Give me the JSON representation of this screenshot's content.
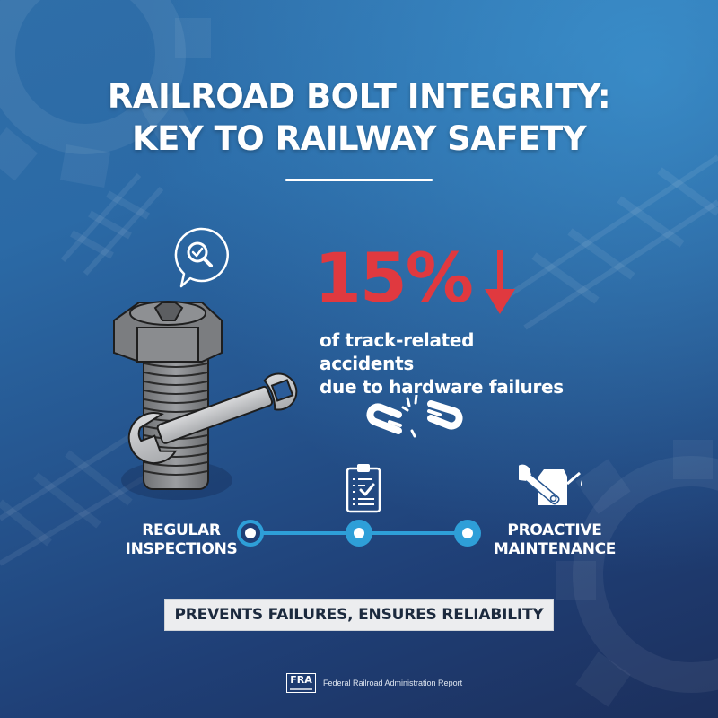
{
  "title": {
    "line1": "RAILROAD BOLT INTEGRITY:",
    "line2": "KEY TO RAILWAY SAFETY"
  },
  "stat": {
    "value": "15%",
    "trend_icon": "down-arrow-icon",
    "caption_line1": "of track-related accidents",
    "caption_line2": "due to hardware failures"
  },
  "icons": {
    "inspection": "magnifier-check-speech-bubble-icon",
    "bolt": "hex-bolt-with-wrench-illustration",
    "broken_chain": "broken-chain-icon",
    "checklist": "clipboard-checklist-icon",
    "maintenance": "wrench-oil-can-icon"
  },
  "timeline": {
    "steps": [
      {
        "label_line1": "REGULAR",
        "label_line2": "INSPECTIONS"
      },
      {
        "label_line1": "",
        "label_line2": ""
      },
      {
        "label_line1": "PROACTIVE",
        "label_line2": "MAINTENANCE"
      }
    ]
  },
  "banner": {
    "text": "PREVENTS FAILURES, ENSURES RELIABILITY"
  },
  "footer": {
    "logo_text": "FRA",
    "source_text": "Federal Railroad Administration Report"
  },
  "colors": {
    "accent_red": "#e0393f",
    "accent_blue": "#2e9fd8",
    "bg_top": "#2f6ea8",
    "bg_bottom": "#1c2f5c",
    "banner_bg": "#ecedef",
    "banner_text": "#1c2a3e"
  }
}
